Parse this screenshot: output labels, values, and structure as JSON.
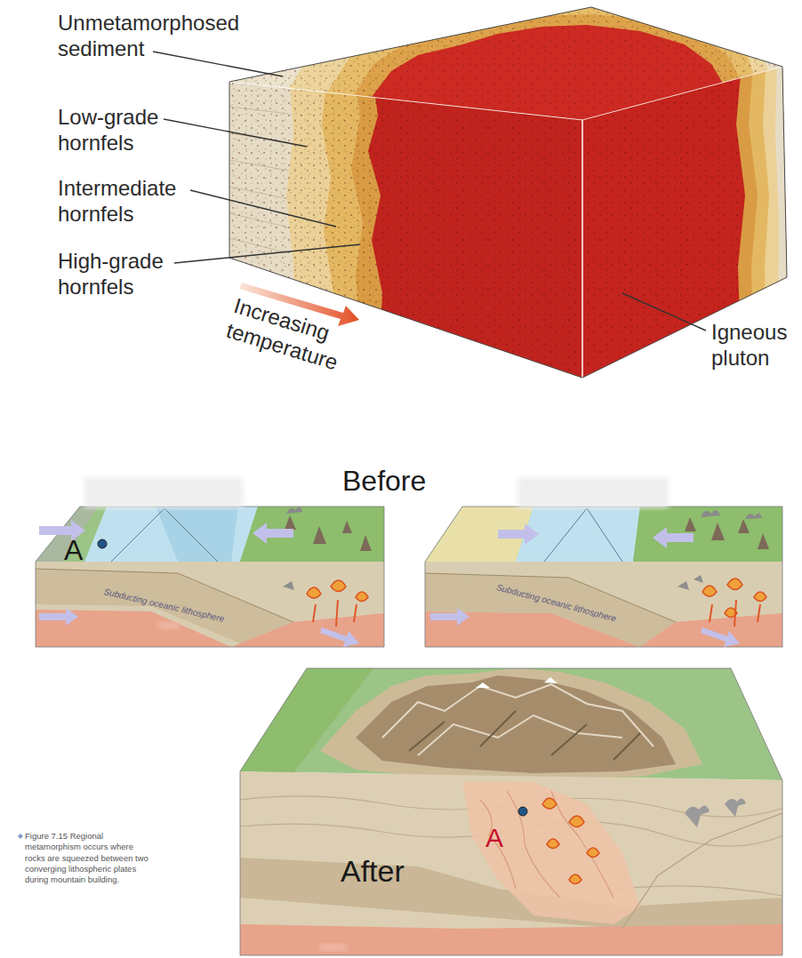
{
  "diagram": {
    "caption": "Figure 7.15 Regional metamorphism occurs where rocks are squeezed between two converging lithospheric plates during mountain building.",
    "labels": [
      "Unmetamorphosed sediment",
      "Low-grade hornfels",
      "Intermediate hornfels",
      "High-grade hornfels",
      "Increasing temperature",
      "Igneous pluton",
      "Before",
      "A",
      "Subducting oceanic lithosphere",
      "Subducting oceanic lithosphere",
      "A",
      "After"
    ]
  }
}
